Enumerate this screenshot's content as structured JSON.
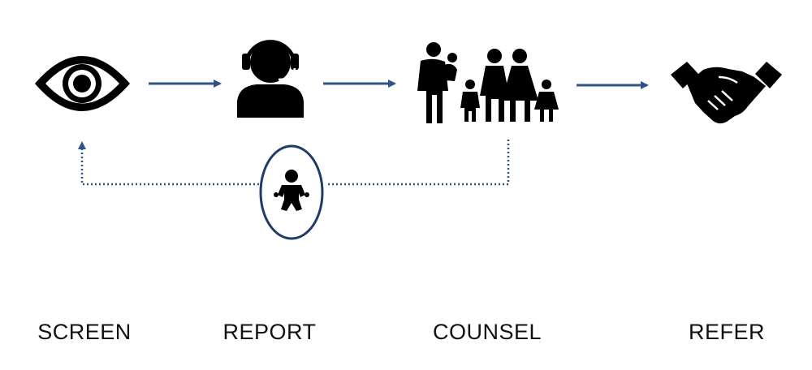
{
  "colors": {
    "arrow": "#2E5486",
    "icon": "#000000",
    "background": "#FFFFFF"
  },
  "steps": [
    {
      "label": "SCREEN",
      "icon": "eye-icon"
    },
    {
      "label": "REPORT",
      "icon": "headset-agent-icon"
    },
    {
      "label": "COUNSEL",
      "icon": "family-icon"
    },
    {
      "label": "REFER",
      "icon": "handshake-icon"
    }
  ],
  "feedback_loop": {
    "style": "dotted",
    "from": "COUNSEL",
    "to": "SCREEN",
    "icon": "baby-icon"
  }
}
